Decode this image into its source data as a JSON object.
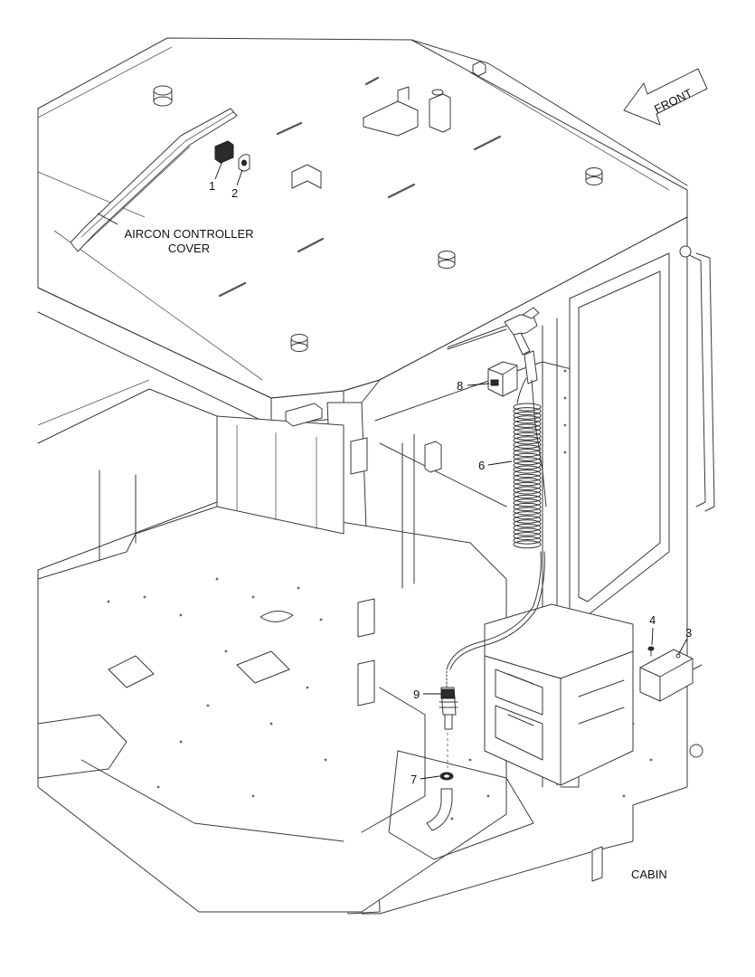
{
  "diagram": {
    "callouts": [
      "1",
      "2",
      "3",
      "4",
      "6",
      "7",
      "8",
      "9"
    ],
    "labels": {
      "aircon_line1": "AIRCON CONTROLLER",
      "aircon_line2": "COVER",
      "front": "FRONT",
      "cabin": "CABIN"
    }
  }
}
